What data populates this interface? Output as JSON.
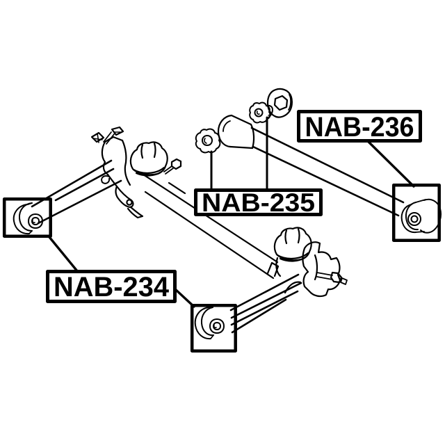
{
  "page": {
    "background_color": "#ffffff",
    "ink_color": "#000000"
  },
  "diagram": {
    "type": "exploded-parts-line-drawing",
    "labels": {
      "nab234": "NAB-234",
      "nab235": "NAB-235",
      "nab236": "NAB-236"
    },
    "callouts": [
      {
        "label": "NAB-234",
        "targets": [
          "left-arm-bushing-box",
          "bottom-arm-bushing-box"
        ]
      },
      {
        "label": "NAB-235",
        "targets": [
          "rod-small-bushing",
          "rod-serrated-bushing"
        ]
      },
      {
        "label": "NAB-236",
        "targets": [
          "right-rod-bushing-box"
        ]
      }
    ]
  }
}
